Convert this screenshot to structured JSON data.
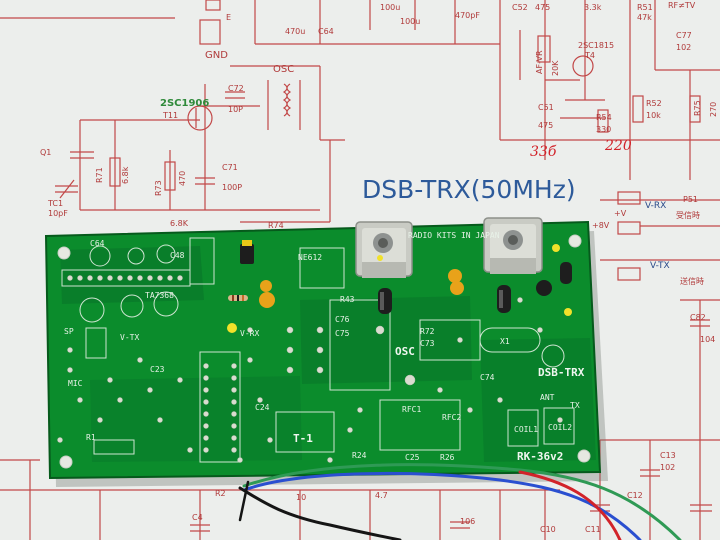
{
  "schematic": {
    "title": "DSB-TRX(50MHz)",
    "labels": {
      "gnd": "GND",
      "e": "E",
      "osc": "OSC",
      "c72": "C72",
      "c72_val": "10P",
      "c71": "C71",
      "c71_val": "100P",
      "r73": "R73",
      "r73_val": "470",
      "r71": "R71",
      "r71_val": "6.8k",
      "r74": "R74",
      "r74_val": "6.8K",
      "t11_part": "2SC1906",
      "t11": "T11",
      "q1": "Q1",
      "tc1": "TC1",
      "tc1_val": "10pF",
      "c64": "C64",
      "c64_val": "470u",
      "c_100u_a": "100u",
      "c_100u_b": "100u",
      "c_470pf": "470pF",
      "c52": "C52",
      "c52_val": "475",
      "af_vr": "AF-VR",
      "af_vr_val": "20K",
      "r_3_3k": "3.3k",
      "t4_part": "2SC1815",
      "t4": "T4",
      "r51": "R51",
      "r51_val": "47k",
      "rf_tv": "RF≠TV",
      "c77": "C77",
      "c77_val": "102",
      "c51": "C51",
      "c51_val": "475",
      "r54": "R54",
      "r54_val": "330",
      "r52": "R52",
      "r52_val": "10k",
      "r75": "R75",
      "r75_val": "270",
      "v_rx": "V-RX",
      "p51": "P51",
      "rx_jp": "受信時",
      "plus_v": "+V",
      "plus_8v": "+8V",
      "v_tx": "V-TX",
      "tx_jp": "送信時",
      "c82": "C82",
      "c82_val": "104",
      "c13": "C13",
      "c13_val": "102",
      "c12": "C12",
      "c12_val": "106",
      "c10": "C10",
      "c11": "C11",
      "c4": "C4",
      "r2": "R2",
      "c_bottom_val": "4.7",
      "l_val": "10"
    },
    "handwritten": {
      "note_330": "33б",
      "note_220": "220"
    }
  },
  "pcb": {
    "silkscreen": {
      "kit_name": "RADIO KITS IN JAPAN",
      "board_name": "DSB-TRX",
      "version": "RK-36v2",
      "osc": "OSC",
      "t1": "T-1",
      "v_rx": "V-RX",
      "v_tx": "V-TX",
      "ne612": "NE612",
      "ta7368": "TA7368",
      "rfc1": "RFC1",
      "rfc2": "RFC2",
      "coil1": "COIL1",
      "coil2": "COIL2",
      "tx": "TX",
      "ant": "ANT",
      "mic": "MIC",
      "sp": "SP",
      "c48": "C48",
      "c64": "C64",
      "r43": "R43",
      "c76": "C76",
      "c75": "C75",
      "r72": "R72",
      "c73": "C73",
      "c74": "C74",
      "x1": "X1",
      "r1": "R1",
      "r26": "R26",
      "c25": "C25",
      "r24": "R24",
      "c24": "C24",
      "c23": "C23"
    },
    "colors": {
      "board": "#0a8a2a",
      "board_dark": "#06701f",
      "silk": "#eef5ee",
      "pad": "#d9dccf",
      "cap_yellow": "#e8a21a",
      "wire_blue": "#2a4fd0",
      "wire_green": "#2f9a55",
      "wire_red": "#d2232a",
      "wire_black": "#151515"
    }
  }
}
